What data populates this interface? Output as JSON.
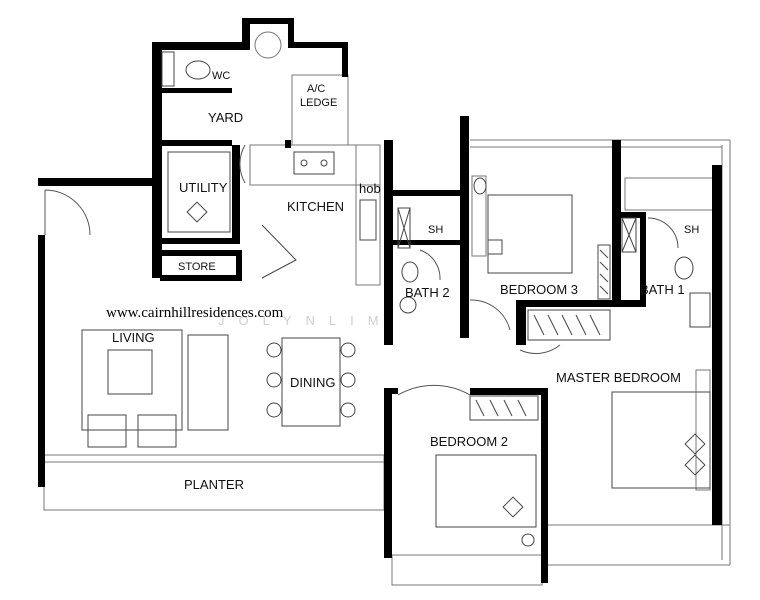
{
  "website": "www.cairnhillresidences.com",
  "watermark": "JOLYNLIM",
  "rooms": {
    "wc": "WC",
    "ac_ledge_1": "A/C",
    "ac_ledge_2": "LEDGE",
    "yard": "YARD",
    "utility": "UTILITY",
    "kitchen": "KITCHEN",
    "hob": "hob",
    "store": "STORE",
    "sh_1": "SH",
    "sh_2": "SH",
    "bath_2": "BATH 2",
    "bedroom_3": "BEDROOM 3",
    "bath_1": "BATH 1",
    "living": "LIVING",
    "dining": "DINING",
    "master_bedroom": "MASTER BEDROOM",
    "bedroom_2": "BEDROOM 2",
    "planter": "PLANTER"
  }
}
